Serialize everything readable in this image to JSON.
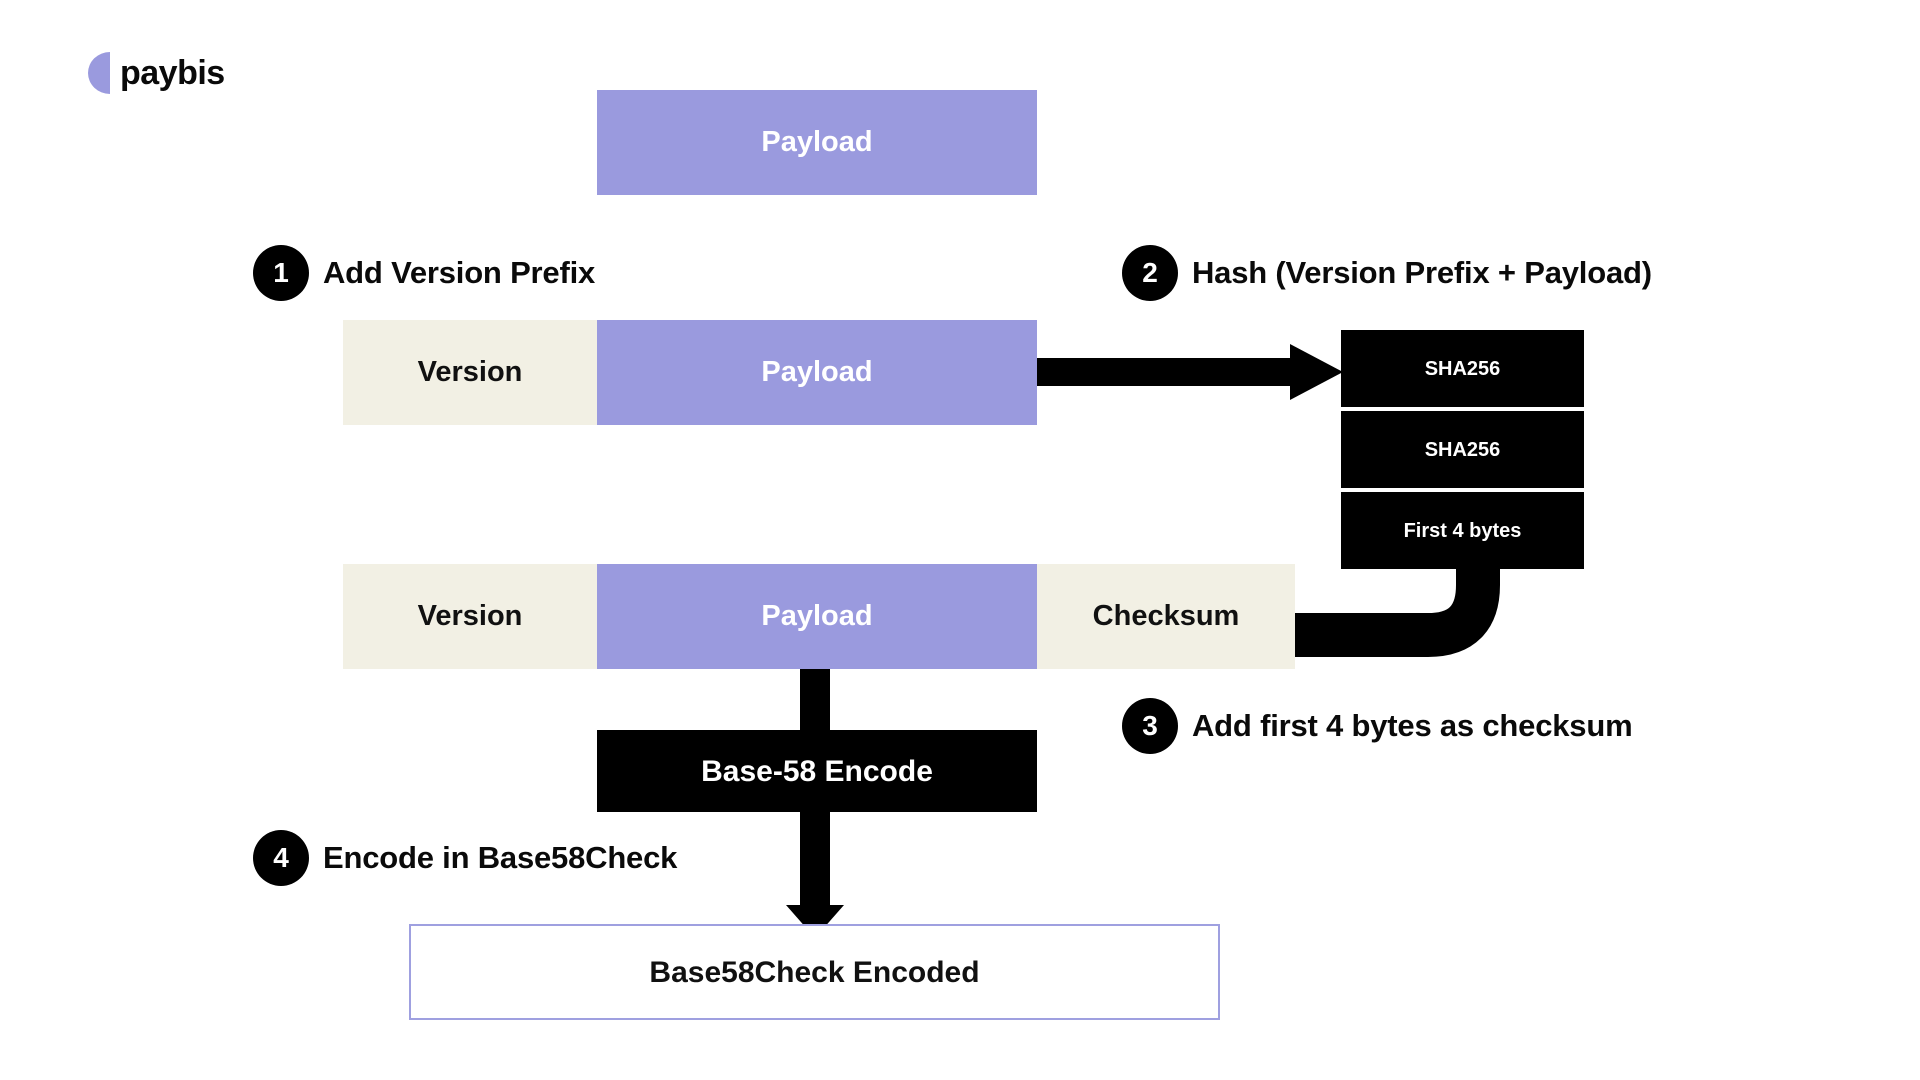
{
  "brand": {
    "name": "paybis",
    "mark": "crescent-logo-mark"
  },
  "diagram": {
    "title": "Base58Check encoding flow",
    "colors": {
      "payload": "#9a9ade",
      "version": "#f2f0e4",
      "checksum": "#f2f0e4",
      "process": "#000000",
      "output_border": "#9fa0e0",
      "text_dark": "#0a0a0a",
      "text_light": "#ffffff"
    },
    "nodes": {
      "payload_top": "Payload",
      "version_1": "Version",
      "payload_1": "Payload",
      "sha256_first": "SHA256",
      "sha256_second": "SHA256",
      "first_4_bytes": "First 4 bytes",
      "version_2": "Version",
      "payload_2": "Payload",
      "checksum": "Checksum",
      "base58_encode": "Base-58 Encode",
      "output": "Base58Check Encoded"
    },
    "steps": [
      {
        "number": "1",
        "label": "Add Version Prefix"
      },
      {
        "number": "2",
        "label": "Hash (Version Prefix + Payload)"
      },
      {
        "number": "3",
        "label": "Add first 4 bytes as checksum"
      },
      {
        "number": "4",
        "label": "Encode in Base58Check"
      }
    ],
    "connectors": [
      {
        "name": "payload-to-sha256-arrow",
        "kind": "arrow-right"
      },
      {
        "name": "first4bytes-to-checksum-elbow",
        "kind": "elbow-down-left"
      },
      {
        "name": "payload-row-to-base58-arrow",
        "kind": "line-down"
      },
      {
        "name": "base58-to-output-arrow",
        "kind": "arrow-down"
      }
    ]
  }
}
